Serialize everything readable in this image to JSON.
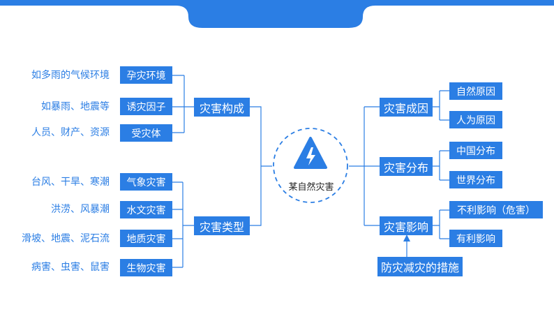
{
  "colors": {
    "primary": "#2b7ee4",
    "line": "#2b7ee4",
    "note_text": "#2b7ee4"
  },
  "center": {
    "label": "某自然灾害",
    "icon": "lightning-icon"
  },
  "left": {
    "composition": {
      "label": "灾害构成",
      "items": [
        {
          "label": "孕灾环境",
          "note": "如多雨的气候环境"
        },
        {
          "label": "诱灾因子",
          "note": "如暴雨、地震等"
        },
        {
          "label": "受灾体",
          "note": "人员、财产、资源"
        }
      ]
    },
    "types": {
      "label": "灾害类型",
      "items": [
        {
          "label": "气象灾害",
          "note": "台风、干旱、寒潮"
        },
        {
          "label": "水文灾害",
          "note": "洪涝、风暴潮"
        },
        {
          "label": "地质灾害",
          "note": "滑坡、地震、泥石流"
        },
        {
          "label": "生物灾害",
          "note": "病害、虫害、鼠害"
        }
      ]
    }
  },
  "right": {
    "causes": {
      "label": "灾害成因",
      "items": [
        "自然原因",
        "人为原因"
      ]
    },
    "distribution": {
      "label": "灾害分布",
      "items": [
        "中国分布",
        "世界分布"
      ]
    },
    "impact": {
      "label": "灾害影响",
      "items": [
        "不利影响（危害）",
        "有利影响"
      ]
    },
    "measures": {
      "label": "防灾减灾的措施"
    }
  }
}
